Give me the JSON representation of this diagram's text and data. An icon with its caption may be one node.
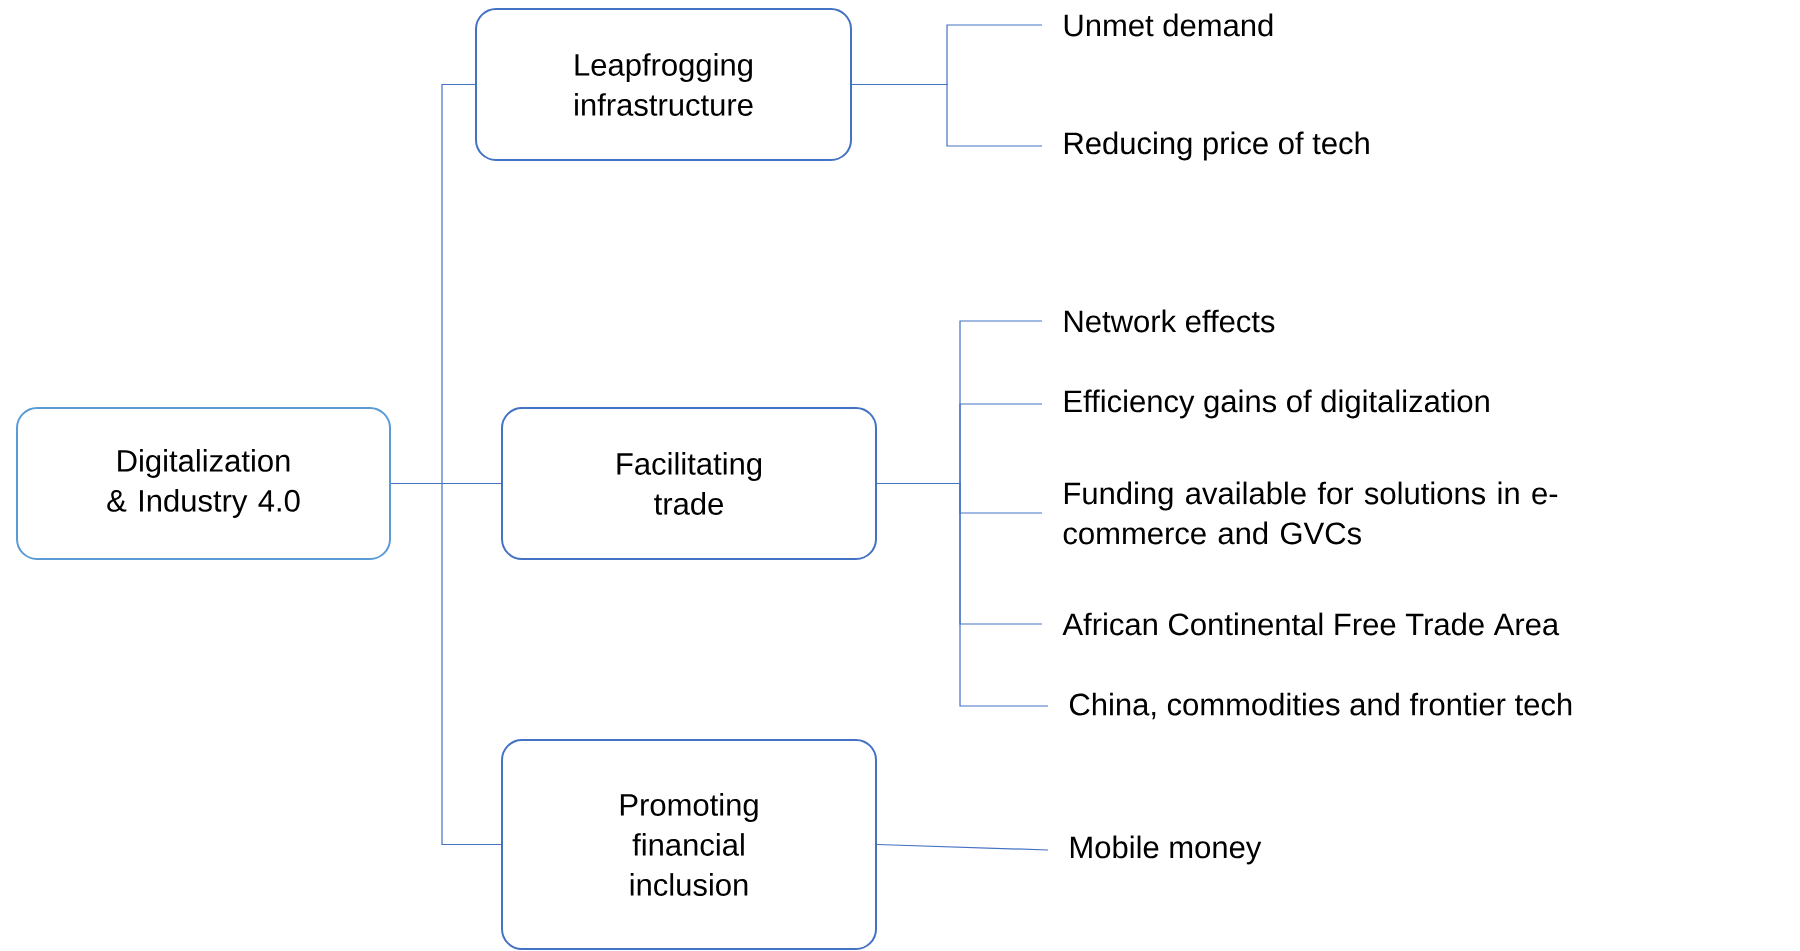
{
  "diagram": {
    "nodes": [
      {
        "text": [
          "Digitalization & Industry 4.0"
        ]
      },
      {
        "text": [
          "Leapfrogging infrastructure"
        ]
      },
      {
        "text": [
          "Facilitating trade"
        ]
      },
      {
        "text": [
          "Promoting financial inclusion"
        ]
      },
      {
        "text": [
          "Unmet demand"
        ]
      },
      {
        "text": [
          "Reducing price of tech"
        ]
      },
      {
        "text": [
          "Network effects"
        ]
      },
      {
        "text": [
          "Efficiency gains of digitalization"
        ]
      },
      {
        "text": [
          "Funding available for solutions in e-commerce and GVCs"
        ]
      },
      {
        "text": [
          "African Continental Free Trade Area"
        ]
      },
      {
        "text": [
          "China, commodities and frontier tech"
        ]
      },
      {
        "text": [
          "Mobile money"
        ]
      }
    ],
    "edges": [
      {
        "from": 0,
        "to": 1,
        "arrow": "none"
      },
      {
        "from": 0,
        "to": 2,
        "arrow": "none"
      },
      {
        "from": 0,
        "to": 3,
        "arrow": "none"
      },
      {
        "from": 1,
        "to": 4,
        "arrow": "none"
      },
      {
        "from": 1,
        "to": 5,
        "arrow": "none"
      },
      {
        "from": 2,
        "to": 6,
        "arrow": "none"
      },
      {
        "from": 2,
        "to": 7,
        "arrow": "none"
      },
      {
        "from": 2,
        "to": 8,
        "arrow": "none"
      },
      {
        "from": 2,
        "to": 9,
        "arrow": "none"
      },
      {
        "from": 2,
        "to": 10,
        "arrow": "none"
      },
      {
        "from": 3,
        "to": 11,
        "arrow": "none"
      }
    ]
  }
}
